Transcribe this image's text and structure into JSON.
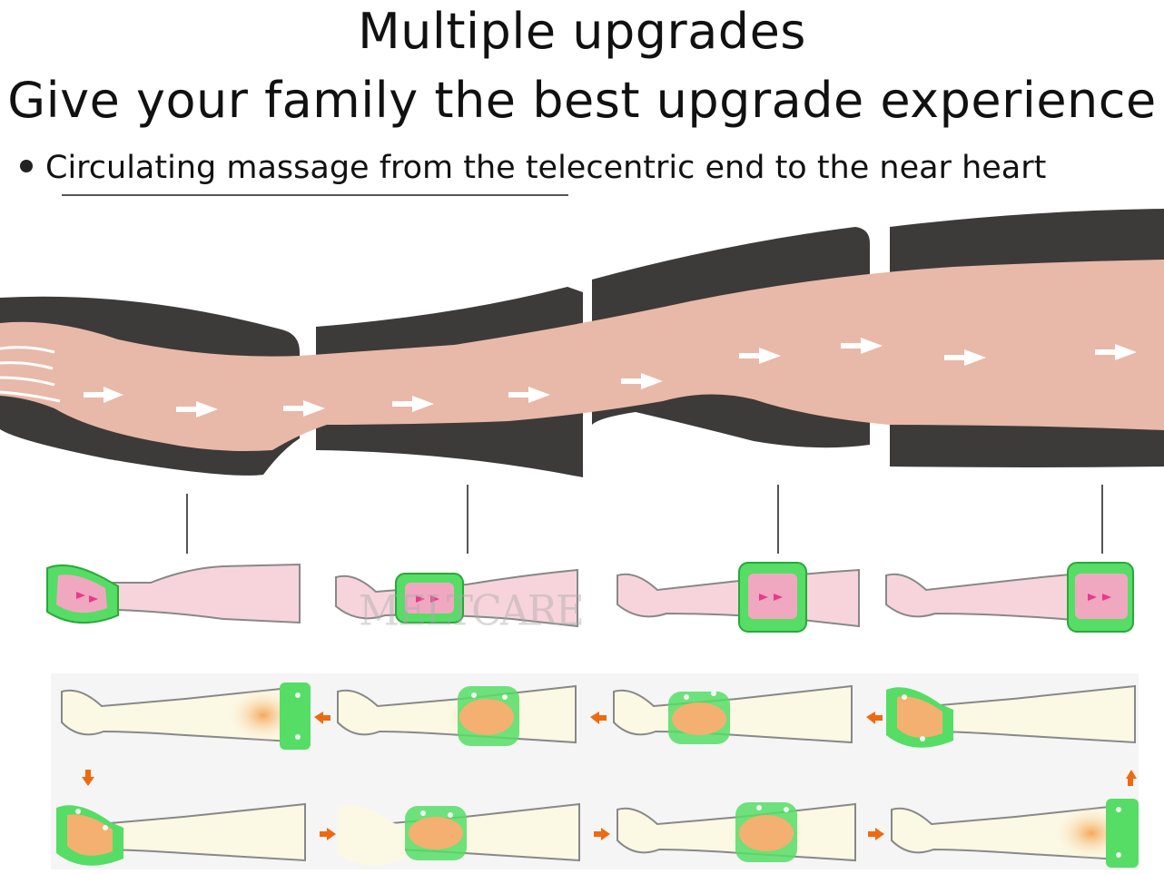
{
  "heading": {
    "line1": "Multiple upgrades",
    "line2": "Give your family the best upgrade experience"
  },
  "bullet": {
    "text": "Circulating massage from the telecentric end to the near heart"
  },
  "watermark": "MELTCARE",
  "illustration": {
    "cuff_chambers": 4,
    "colors": {
      "skin": "#e8b8a8",
      "cuff": "#3d3a3a",
      "active_chamber": "#55dd66",
      "pressure_zone": "#f3b070",
      "flow_arrow": "#ee6a10"
    },
    "icons": [
      "arrow-right-icon",
      "arrow-left-icon",
      "arrow-down-icon",
      "arrow-up-icon"
    ]
  }
}
